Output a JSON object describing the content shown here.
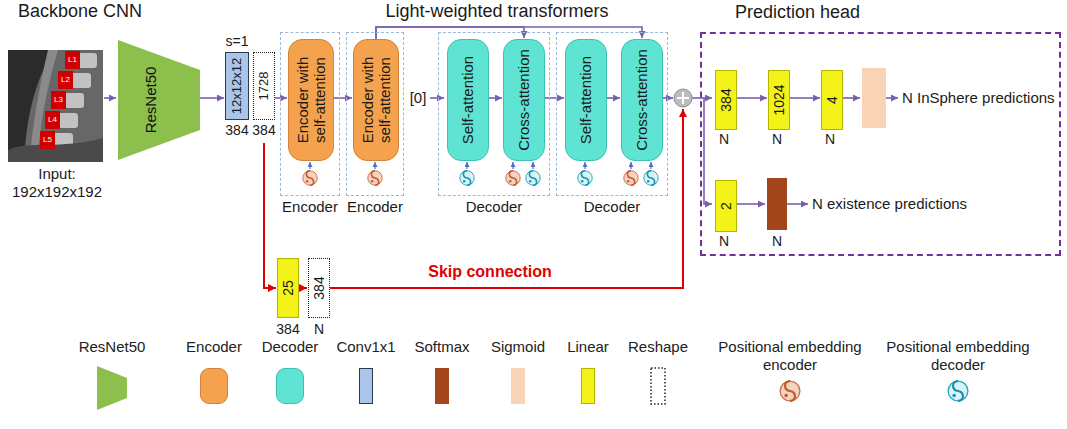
{
  "diagram": {
    "nodes": [
      {
        "text": [
          "L1"
        ]
      },
      {
        "text": [
          "L2"
        ]
      },
      {
        "text": [
          "L3"
        ]
      },
      {
        "text": [
          "L4"
        ]
      },
      {
        "text": [
          "L5"
        ]
      },
      {
        "text": [
          "ResNet50"
        ]
      },
      {
        "text": [
          "12x12x12"
        ]
      },
      {
        "text": [
          "1728"
        ]
      },
      {
        "text": [
          "Encoder"
        ]
      },
      {
        "text": [
          "Encoder with self-attention"
        ],
        "in": 8
      },
      {
        "text": [
          "Encoder"
        ]
      },
      {
        "text": [
          "Encoder with self-attention"
        ],
        "in": 10
      },
      {
        "text": [
          "Decoder"
        ]
      },
      {
        "text": [
          "Self-attention"
        ],
        "in": 12
      },
      {
        "text": [
          "Cross-attention"
        ],
        "in": 12
      },
      {
        "text": [
          "Decoder"
        ]
      },
      {
        "text": [
          "Self-attention"
        ],
        "in": 15
      },
      {
        "text": [
          "Cross-attention"
        ],
        "in": 15
      },
      {
        "text": [
          "25"
        ]
      },
      {
        "text": [
          "384"
        ]
      },
      {
        "text": [
          "Prediction head"
        ]
      },
      {
        "text": [
          "384"
        ],
        "in": 20
      },
      {
        "text": [
          "1024"
        ],
        "in": 20
      },
      {
        "text": [
          "4"
        ],
        "in": 20
      },
      {
        "text": [
          "2"
        ],
        "in": 20
      }
    ],
    "edges": [
      {
        "from": 5,
        "to": 6,
        "arrow": "to"
      },
      {
        "from": 7,
        "to": 9,
        "arrow": "to"
      },
      {
        "from": 9,
        "to": 11,
        "arrow": "to"
      },
      {
        "from": 11,
        "to": 14,
        "arrow": "to"
      },
      {
        "from": 11,
        "to": 17,
        "arrow": "to"
      },
      {
        "from": 13,
        "to": 14,
        "arrow": "to"
      },
      {
        "from": 14,
        "to": 16,
        "arrow": "to"
      },
      {
        "from": 16,
        "to": 17,
        "arrow": "to"
      },
      {
        "from": 18,
        "to": 19,
        "arrow": "to"
      },
      {
        "from": 21,
        "to": 22,
        "arrow": "to"
      },
      {
        "from": 22,
        "to": 23,
        "arrow": "to"
      }
    ],
    "labels": [
      "Backbone CNN",
      "Light-weighted transformers",
      "Input: 192x192x192",
      "s=1",
      "384",
      "384",
      "[0]",
      "Skip connection",
      "384",
      "N",
      "N",
      "N",
      "N",
      "N InSphere predictions",
      "N",
      "N",
      "N existence predictions"
    ],
    "legend": [
      {
        "text": "ResNet50"
      },
      {
        "text": "Encoder",
        "color": "#f4a24e"
      },
      {
        "text": "Decoder",
        "color": "#5fe3d3"
      },
      {
        "text": "Conv1x1",
        "color": "#a9c6ea"
      },
      {
        "text": "Softmax",
        "color": "#a3461c"
      },
      {
        "text": "Sigmoid",
        "color": "#f9d3b5"
      },
      {
        "text": "Linear",
        "color": "#f3f31a"
      },
      {
        "text": "Reshape"
      },
      {
        "text": "Positional embedding encoder"
      },
      {
        "text": "Positional embedding decoder"
      }
    ]
  }
}
